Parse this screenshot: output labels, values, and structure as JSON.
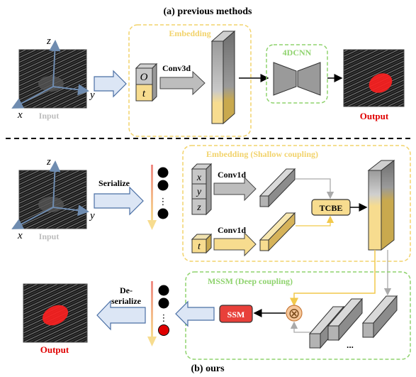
{
  "titles": {
    "top": "(a) previous methods",
    "bottom": "(b) ours"
  },
  "colors": {
    "embedding_border": "#f2d36b",
    "embedding_text": "#f2d36b",
    "cnn_border": "#8fd36e",
    "cnn_text": "#8fd36e",
    "input_text": "#bdbdbd",
    "output_text": "#e00000",
    "arrow_fill": "#dce6f5",
    "arrow_stroke": "#4a6fa5",
    "gray_block": "#b3b3b3",
    "yellow_block": "#f7dc8f",
    "ssm_red": "#e8403a",
    "otimes_fill": "#f6c79a",
    "otimes_stroke": "#c87a3a",
    "axis_color": "#6f8cb0"
  },
  "top_section": {
    "axis_labels": [
      "z",
      "y",
      "x"
    ],
    "input_label": "Input",
    "embedding_label": "Embedding",
    "token_labels": [
      "O",
      "t"
    ],
    "conv_label": "Conv3d",
    "cnn_label": "4DCNN",
    "output_label": "Output"
  },
  "bottom_section": {
    "axis_labels": [
      "z",
      "y",
      "x"
    ],
    "input_label": "Input",
    "serialize_label": "Serialize",
    "dots_label": "⋮",
    "embedding_label": "Embedding (Shallow coupling)",
    "coord_labels": [
      "x",
      "y",
      "z"
    ],
    "time_label": "t",
    "conv1_label": "Conv1d",
    "conv2_label": "Conv1d",
    "tcbe_label": "TCBE",
    "mssm_label": "MSSM (Deep coupling)",
    "ssm_label": "SSM",
    "otimes": "⊗",
    "ellipsis": "...",
    "deserialize_label": [
      "De-",
      "serialize"
    ],
    "output_label": "Output"
  }
}
